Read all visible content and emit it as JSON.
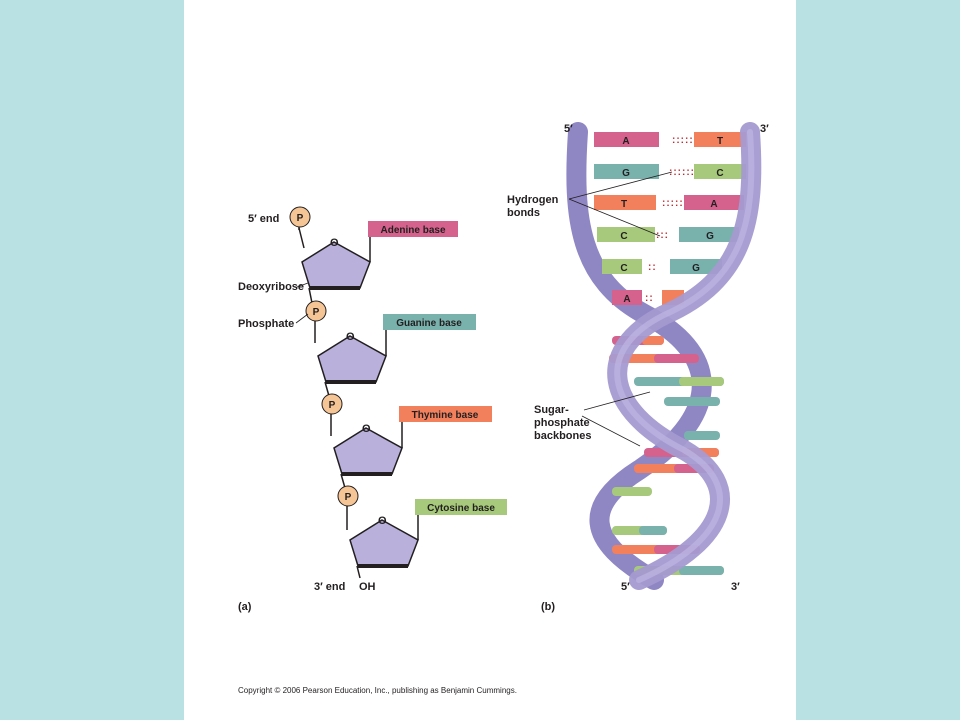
{
  "colors": {
    "background": "#b9e0e3",
    "slide": "#ffffff",
    "adenine": "#d4628c",
    "guanine": "#79b2ad",
    "thymine": "#f2805d",
    "cytosine": "#a6c97c",
    "sugar": "#b9b0dc",
    "phosphate": "#f6c596",
    "backbone": "#a59ad0",
    "hbond": "#c0272d"
  },
  "panel_a": {
    "label": "(a)",
    "five_prime_end": "5′ end",
    "three_prime_end": "3′ end",
    "oh": "OH",
    "deoxyribose": "Deoxyribose",
    "phosphate": "Phosphate",
    "phosphate_symbol": "P",
    "ring_oxygen": "O",
    "bases": [
      {
        "name": "Adenine base"
      },
      {
        "name": "Guanine base"
      },
      {
        "name": "Thymine base"
      },
      {
        "name": "Cytosine base"
      }
    ]
  },
  "panel_b": {
    "label": "(b)",
    "top_left": "5′",
    "top_right": "3′",
    "bottom_left": "5′",
    "bottom_right": "3′",
    "hydrogen_bonds": [
      "Hydrogen",
      "bonds"
    ],
    "backbones": [
      "Sugar-",
      "phosphate",
      "backbones"
    ],
    "pairs": [
      {
        "left": "A",
        "right": "T"
      },
      {
        "left": "G",
        "right": "C"
      },
      {
        "left": "T",
        "right": "A"
      },
      {
        "left": "C",
        "right": "G"
      },
      {
        "left": "C",
        "right": "G"
      },
      {
        "left": "A",
        "right": ""
      }
    ]
  },
  "copyright": "Copyright © 2006 Pearson Education, Inc., publishing as Benjamin Cummings."
}
